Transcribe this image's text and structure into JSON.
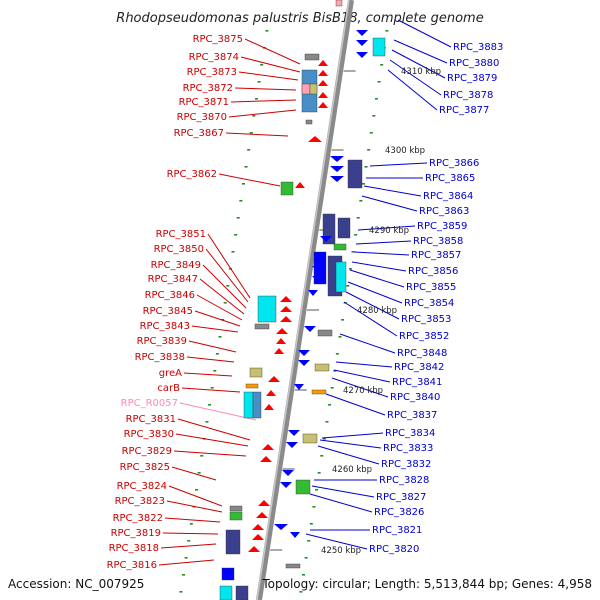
{
  "title": "Rhodopseudomonas palustris BisB18, complete genome",
  "accession": "Accession: NC_007925",
  "summary": "Topology: circular; Length: 5,513,844 bp; Genes: 4,958",
  "colors": {
    "forward_label": "#cc0000",
    "reverse_label": "#0000cc",
    "rna_label": "#ff88bb",
    "backbone": "#8a8a8a",
    "tick": "#2a8a2a"
  },
  "kbp_marks": [
    "4310 kbp",
    "4300 kbp",
    "4290 kbp",
    "4280 kbp",
    "4270 kbp",
    "4260 kbp",
    "4250 kbp"
  ],
  "left_labels": [
    "RPC_3875",
    "RPC_3874",
    "RPC_3873",
    "RPC_3872",
    "RPC_3871",
    "RPC_3870",
    "RPC_3867",
    "RPC_3862",
    "RPC_3851",
    "RPC_3850",
    "RPC_3849",
    "RPC_3847",
    "RPC_3846",
    "RPC_3845",
    "RPC_3843",
    "RPC_3839",
    "RPC_3838",
    "greA",
    "carB",
    "RPC_R0057",
    "RPC_3831",
    "RPC_3830",
    "RPC_3829",
    "RPC_3825",
    "RPC_3824",
    "RPC_3823",
    "RPC_3822",
    "RPC_3819",
    "RPC_3818",
    "RPC_3816"
  ],
  "right_labels": [
    "RPC_3883",
    "RPC_3880",
    "RPC_3879",
    "RPC_3878",
    "RPC_3877",
    "RPC_3866",
    "RPC_3865",
    "RPC_3864",
    "RPC_3863",
    "RPC_3859",
    "RPC_3858",
    "RPC_3857",
    "RPC_3856",
    "RPC_3855",
    "RPC_3854",
    "RPC_3853",
    "RPC_3852",
    "RPC_3848",
    "RPC_3842",
    "RPC_3841",
    "RPC_3840",
    "RPC_3837",
    "RPC_3834",
    "RPC_3833",
    "RPC_3832",
    "RPC_3828",
    "RPC_3827",
    "RPC_3826",
    "RPC_3821",
    "RPC_3820"
  ]
}
